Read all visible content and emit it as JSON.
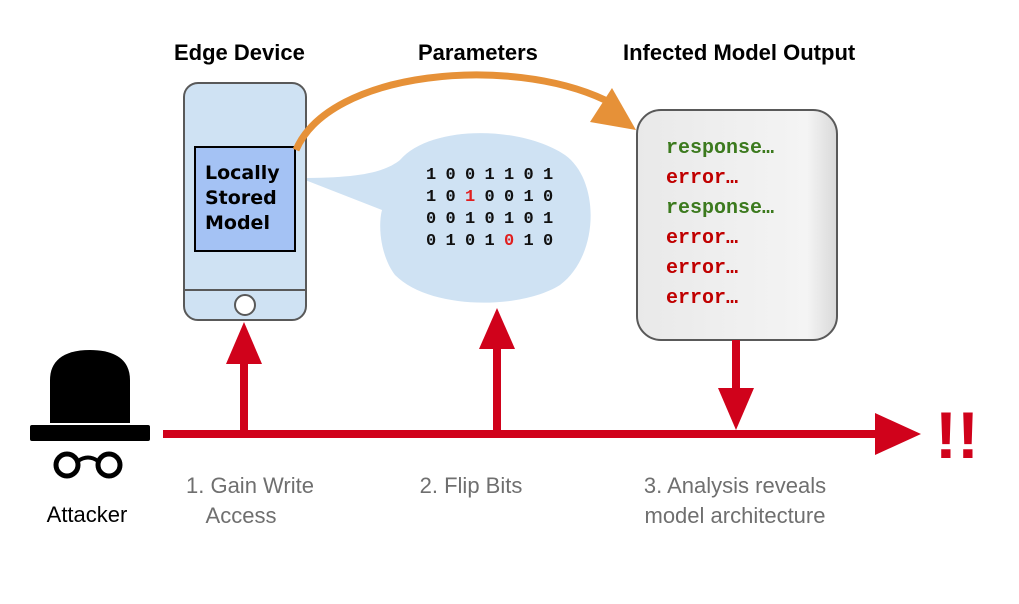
{
  "headings": {
    "edge_device": "Edge Device",
    "parameters": "Parameters",
    "infected_output": "Infected Model Output"
  },
  "phone": {
    "model_label_lines": [
      "Locally",
      "Stored",
      "Model"
    ]
  },
  "bits": {
    "rows": [
      [
        "1",
        "0",
        "0",
        "1",
        "1",
        "0",
        "1"
      ],
      [
        "1",
        "0",
        "1",
        "0",
        "0",
        "1",
        "0"
      ],
      [
        "0",
        "0",
        "1",
        "0",
        "1",
        "0",
        "1"
      ],
      [
        "0",
        "1",
        "0",
        "1",
        "0",
        "1",
        "0"
      ]
    ],
    "flipped": [
      [
        1,
        2
      ],
      [
        3,
        4
      ]
    ],
    "flip_color": "#e01f1f",
    "normal_color": "#111111"
  },
  "output": {
    "lines": [
      {
        "text": "response…",
        "kind": "response"
      },
      {
        "text": "error…",
        "kind": "error"
      },
      {
        "text": "response…",
        "kind": "response"
      },
      {
        "text": "error…",
        "kind": "error"
      },
      {
        "text": "error…",
        "kind": "error"
      },
      {
        "text": "error…",
        "kind": "error"
      }
    ],
    "response_color": "#3c7a1e",
    "error_color": "#c00000"
  },
  "attacker": {
    "label": "Attacker"
  },
  "steps": [
    {
      "lines": [
        "1. Gain Write",
        "Access"
      ]
    },
    {
      "lines": [
        "2. Flip Bits"
      ]
    },
    {
      "lines": [
        "3. Analysis reveals",
        "model architecture"
      ]
    }
  ],
  "alert": "!!",
  "colors": {
    "arrow_red": "#d0021b",
    "arrow_orange": "#e69138",
    "phone_fill": "#cfe2f3",
    "screen_fill": "#a4c2f4",
    "bubble_fill": "#cfe2f3"
  }
}
